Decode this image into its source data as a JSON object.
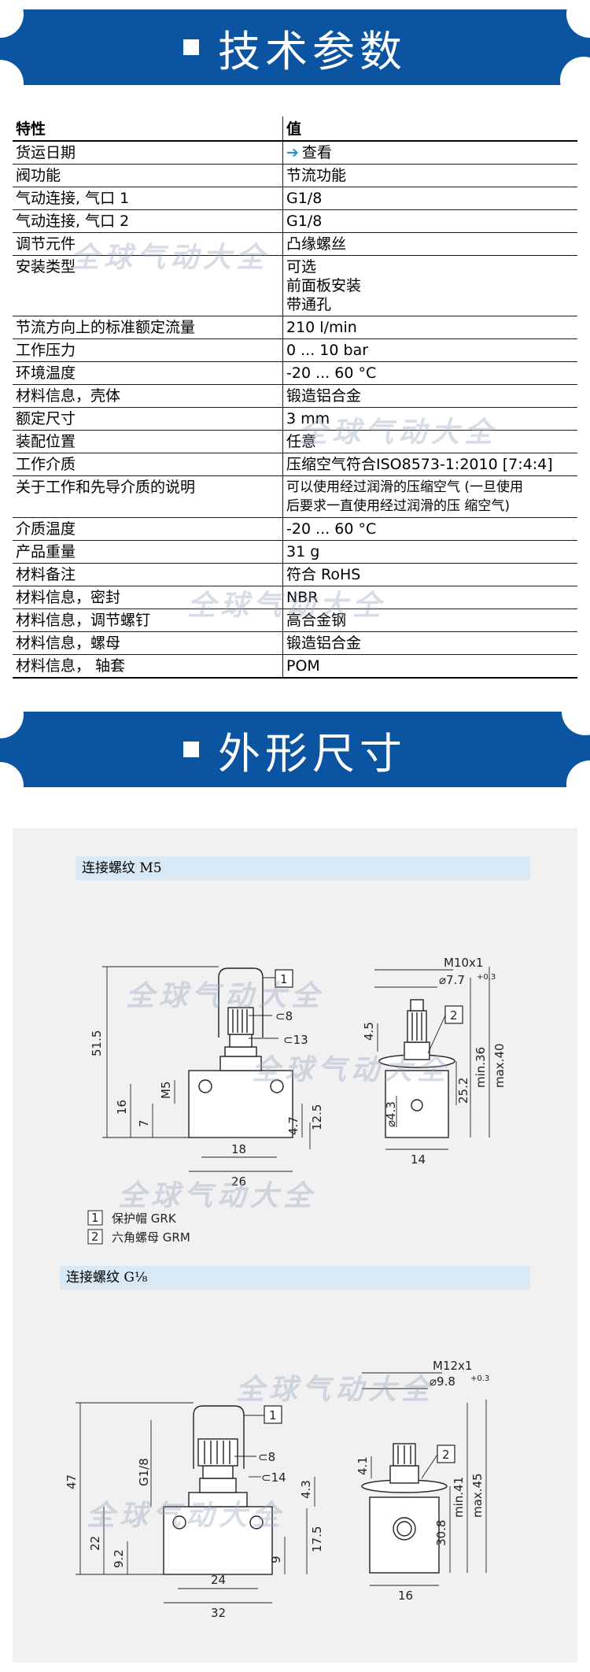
{
  "sections": {
    "specs_title": "技术参数",
    "dims_title": "外形尺寸"
  },
  "colors": {
    "banner": "#0a54a2",
    "link_arrow": "#2a8fd6",
    "label_bg": "#d8e8f4"
  },
  "table": {
    "header": [
      "特性",
      "值"
    ],
    "rows": [
      {
        "k": "货运日期",
        "v": [
          "查看"
        ],
        "link": true
      },
      {
        "k": "阀功能",
        "v": [
          "节流功能"
        ]
      },
      {
        "k": "气动连接, 气口 1",
        "v": [
          "G1/8"
        ]
      },
      {
        "k": "气动连接, 气口 2",
        "v": [
          "G1/8"
        ]
      },
      {
        "k": "调节元件",
        "v": [
          "凸缘螺丝"
        ]
      },
      {
        "k": "安装类型",
        "v": [
          "可选",
          "前面板安装",
          "带通孔"
        ]
      },
      {
        "k": "节流方向上的标准额定流量",
        "v": [
          "210 l/min"
        ]
      },
      {
        "k": "工作压力",
        "v": [
          "0 ... 10 bar"
        ]
      },
      {
        "k": "环境温度",
        "v": [
          "-20 ... 60 °C"
        ]
      },
      {
        "k": "材料信息，壳体",
        "v": [
          "锻造铝合金"
        ]
      },
      {
        "k": "额定尺寸",
        "v": [
          "3 mm"
        ]
      },
      {
        "k": "装配位置",
        "v": [
          "任意"
        ]
      },
      {
        "k": "工作介质",
        "v": [
          "压缩空气符合ISO8573-1:2010 [7:4:4]"
        ]
      },
      {
        "k": "关于工作和先导介质的说明",
        "v": [
          "可以使用经过润滑的压缩空气 (一旦使用",
          "后要求一直使用经过润滑的压 缩空气)"
        ]
      },
      {
        "k": "介质温度",
        "v": [
          "-20 ... 60 °C"
        ]
      },
      {
        "k": "产品重量",
        "v": [
          "31 g"
        ]
      },
      {
        "k": "材料备注",
        "v": [
          "符合 RoHS"
        ]
      },
      {
        "k": "材料信息，密封",
        "v": [
          "NBR"
        ]
      },
      {
        "k": "材料信息，调节螺钉",
        "v": [
          "高合金钢"
        ]
      },
      {
        "k": "材料信息，螺母",
        "v": [
          "锻造铝合金"
        ]
      },
      {
        "k": "材料信息， 轴套",
        "v": [
          "POM"
        ]
      }
    ]
  },
  "watermark": "全球气动大全",
  "m5": {
    "label": "连接螺纹 M5",
    "dims": {
      "d515": "51.5",
      "d16": "16",
      "d7": "7",
      "m5": "M5",
      "d18": "18",
      "d26": "26",
      "d125": "12.5",
      "d47": "4.7",
      "wr8": "⊂8",
      "wr13": "⊂13",
      "m10x1": "M10x1",
      "phi77": "⌀7.7",
      "tol": "+0.3",
      "d45": "4.5",
      "d252": "25.2",
      "min36": "min.36",
      "max40": "max.40",
      "phi43": "⌀4.3",
      "d14": "14"
    },
    "legend": [
      {
        "n": "1",
        "text": "保护帽 GRK"
      },
      {
        "n": "2",
        "text": "六角螺母 GRM"
      }
    ]
  },
  "g18": {
    "label": "连接螺纹 G⅛",
    "dims": {
      "d47": "47",
      "g18": "G1/8",
      "d22": "22",
      "d92": "9.2",
      "d24": "24",
      "d32": "32",
      "d9": "9",
      "d175": "17.5",
      "d43": "4.3",
      "wr8": "⊂8",
      "wr14": "⊂14",
      "m12x1": "M12x1",
      "phi98": "⌀9.8",
      "tol": "+0.3",
      "d41": "4.1",
      "d308": "30.8",
      "min41": "min.41",
      "max45": "max.45",
      "d16": "16"
    },
    "callouts": [
      "1",
      "2"
    ]
  }
}
